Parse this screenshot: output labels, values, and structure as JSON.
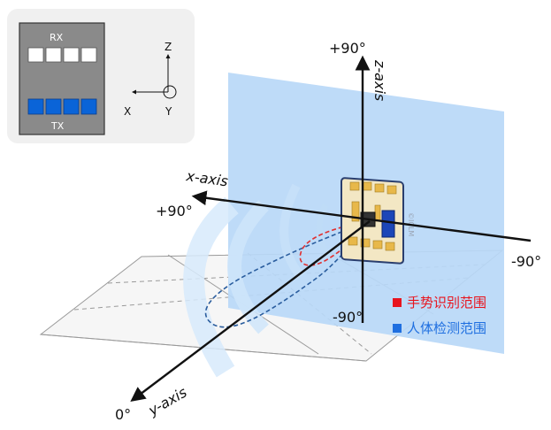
{
  "inset": {
    "rx_label": "RX",
    "tx_label": "TX",
    "axis_z": "Z",
    "axis_x": "X",
    "axis_y": "Y",
    "rx_color": "#ffffff",
    "tx_color": "#0a64d8",
    "panel_bg": "#f0f0f0",
    "chip_bg": "#8a8a8a"
  },
  "axes": {
    "z_label": "z-axis",
    "x_label": "x-axis",
    "y_label": "y-axis",
    "z_top": "+90°",
    "z_bottom": "-90°",
    "x_left": "+90°",
    "x_right": "-90°",
    "y_zero": "0°"
  },
  "legend": {
    "gesture": {
      "label": "手势识别范围",
      "color": "#e8141e"
    },
    "presence": {
      "label": "人体检测范围",
      "color": "#1f6fe0"
    }
  },
  "watermark": "©ICLM",
  "colors": {
    "plane": "#b9d8f7",
    "gesture_dash": "#e03030",
    "presence_dash": "#2a5d9e",
    "grid": "#9a9a9a"
  }
}
